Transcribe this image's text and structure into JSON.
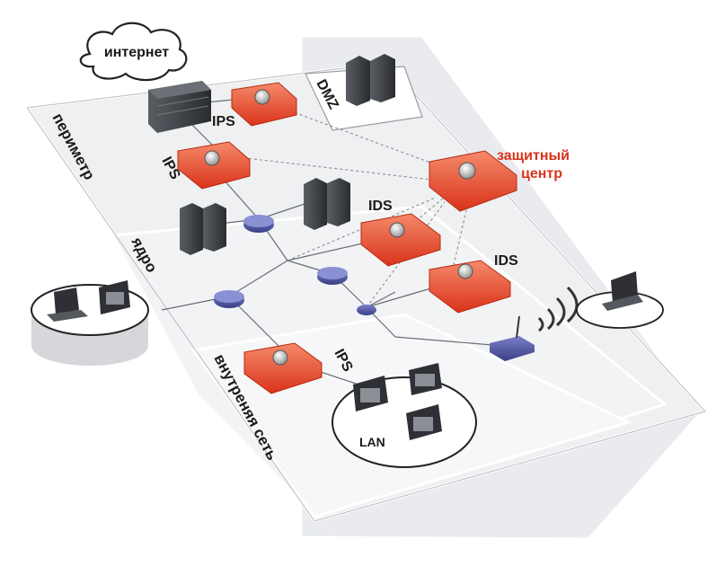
{
  "labels": {
    "internet": "интернет",
    "dmz": "DMZ",
    "ips_top": "IPS",
    "ips_left": "IPS",
    "ips_bottom": "IPS",
    "perimeter": "периметр",
    "core": "ядро",
    "internal": "внутреняя сеть",
    "ids_1": "IDS",
    "ids_2": "IDS",
    "center_line1": "защитный",
    "center_line2": "центр",
    "lan": "LAN"
  },
  "colors": {
    "sensor_red": "#e8431f",
    "sensor_red_light": "#f58a6a",
    "server_dark": "#3a3d42",
    "switch_blue": "#4a4f9a",
    "accent_text": "#d9331a",
    "zone_fill": "#eef0f2"
  },
  "icons": [
    "cloud-icon",
    "firewall-icon",
    "sensor-icon",
    "server-icon",
    "switch-icon",
    "laptop-icon",
    "workstation-icon",
    "access-point-icon"
  ]
}
